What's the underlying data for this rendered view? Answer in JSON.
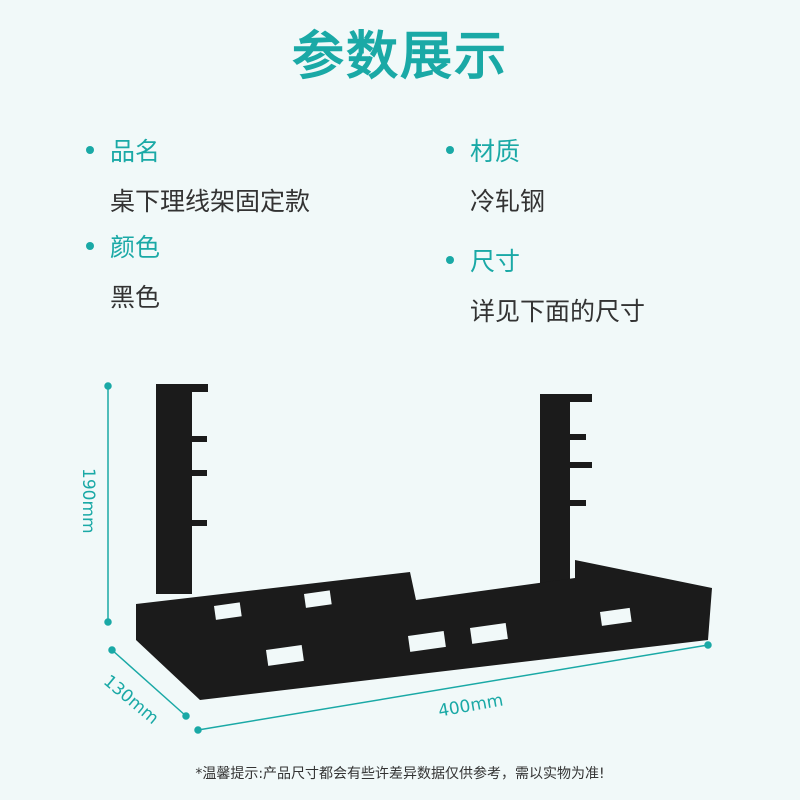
{
  "title": "参数展示",
  "params": [
    {
      "label": "品名",
      "value": "桌下理线架固定款"
    },
    {
      "label": "材质",
      "value": "冷轧钢"
    },
    {
      "label": "颜色",
      "value": "黑色"
    },
    {
      "label": "尺寸",
      "value": "详见下面的尺寸"
    }
  ],
  "dimensions": {
    "height": "190mm",
    "depth": "130mm",
    "width": "400mm"
  },
  "note": "*温馨提示:产品尺寸都会有些许差异数据仅供参考，需以实物为准!",
  "colors": {
    "accent": "#1aa9a6",
    "background": "#f1f9f9"
  }
}
